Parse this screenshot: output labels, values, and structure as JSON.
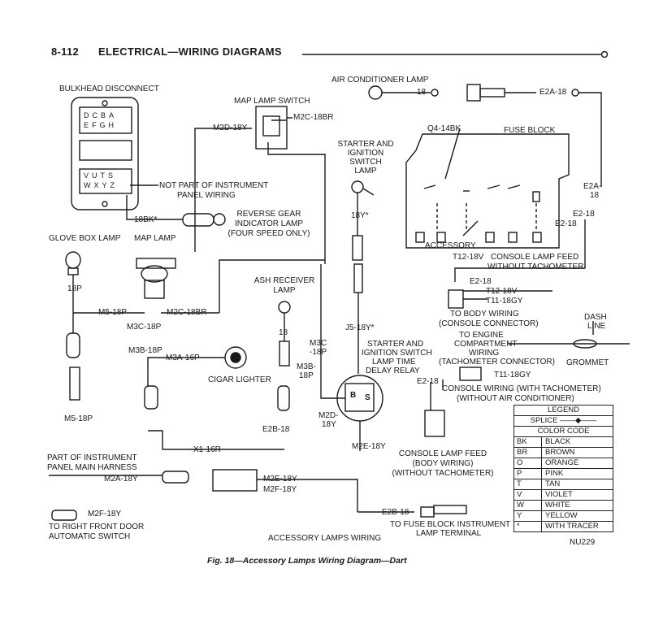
{
  "header": {
    "page_number": "8-112",
    "section_title": "ELECTRICAL—WIRING DIAGRAMS"
  },
  "caption": "Fig. 18—Accessory Lamps Wiring Diagram—Dart",
  "figure_code": "NU229",
  "components": {
    "bulkhead_disconnect": "BULKHEAD DISCONNECT",
    "bulkhead_top_cells": [
      "D",
      "C",
      "B",
      "A",
      "E",
      "F",
      "G",
      "H"
    ],
    "bulkhead_bottom_cells": [
      "V",
      "U",
      "T",
      "S",
      "W",
      "X",
      "Y",
      "Z"
    ],
    "not_part_note_1": "NOT PART OF INSTRUMENT",
    "not_part_note_2": "PANEL WIRING",
    "map_lamp_switch": "MAP LAMP SWITCH",
    "air_conditioner_lamp": "AIR CONDITIONER LAMP",
    "starter_lamp_1": "STARTER AND",
    "starter_lamp_2": "IGNITION",
    "starter_lamp_3": "SWITCH",
    "starter_lamp_4": "LAMP",
    "fuse_block": "FUSE BLOCK",
    "accessory": "ACCESSORY",
    "reverse_1": "REVERSE   GEAR",
    "reverse_2": "INDICATOR LAMP",
    "reverse_3": "(FOUR SPEED ONLY)",
    "glove_box_lamp": "GLOVE BOX LAMP",
    "map_lamp": "MAP LAMP",
    "ash_receiver_1": "ASH RECEIVER",
    "ash_receiver_2": "LAMP",
    "cigar_lighter": "CIGAR LIGHTER",
    "relay_1": "STARTER AND",
    "relay_2": "IGNITION SWITCH",
    "relay_3": "LAMP TIME",
    "relay_4": "DELAY RELAY",
    "relay_b": "B",
    "relay_s": "S",
    "console_feed_1": "CONSOLE LAMP FEED",
    "console_feed_2": "WITHOUT TACHOMETER",
    "to_body_1": "TO BODY WIRING",
    "to_body_2": "(CONSOLE CONNECTOR)",
    "to_engine_1": "TO ENGINE",
    "to_engine_2": "COMPARTMENT",
    "to_engine_3": "WIRING",
    "to_engine_4": "(TACHOMETER CONNECTOR)",
    "dash_line_1": "DASH",
    "dash_line_2": "LINE",
    "grommet": "GROMMET",
    "console_wiring_1": "CONSOLE WIRING (WITH TACHOMETER)",
    "console_wiring_2": "(WITHOUT AIR CONDITIONER)",
    "console_body_1": "CONSOLE LAMP FEED",
    "console_body_2": "(BODY WIRING)",
    "console_body_3": "(WITHOUT TACHOMETER)",
    "part_of_1": "PART OF INSTRUMENT",
    "part_of_2": "PANEL MAIN HARNESS",
    "door_switch_1": "TO RIGHT FRONT DOOR",
    "door_switch_2": "AUTOMATIC SWITCH",
    "fuse_block_term_1": "TO FUSE BLOCK INSTRUMENT",
    "fuse_block_term_2": "LAMP TERMINAL",
    "accessory_lamps_wiring": "ACCESSORY LAMPS WIRING"
  },
  "wire_labels": {
    "m2d_18y": "M2D-18Y",
    "m2c_18br_top": "M2C-18BR",
    "w18_ac": "18",
    "e2a_18": "E2A-18",
    "q4_14bk": "Q4-14BK",
    "e2a_18_side_1": "E2A-",
    "e2a_18_side_2": "18",
    "e2_18_right": "E2-18",
    "e2_18_fuse": "E2-18",
    "y18_star": "18Y*",
    "bk18_star": "18BK*",
    "t12_18v_top": "T12-18V",
    "p18": "18P",
    "m5_18p": "M5-18P",
    "m2c_18br": "M2C-18BR",
    "m3c_18p": "M3C-18P",
    "m3b_18p": "M3B-18P",
    "m3a_16p": "M3A-16P",
    "o18": "18",
    "m3c_v_1": "M3C",
    "m3c_v_2": "-18P",
    "m3b_v_1": "M3B-",
    "m3b_v_2": "18P",
    "j5_18y": "J5-18Y*",
    "e2_18_mid": "E2-18",
    "t12_18v": "T12-18V",
    "t11_18gy": "T11-18GY",
    "e2_18_relay": "E2-18",
    "t11_18gy_2": "T11-18GY",
    "m2d_v_1": "M2D-",
    "m2d_v_2": "18Y",
    "m5_18p_low": "M5-18P",
    "e2b_18": "E2B-18",
    "m2e_18y_relay": "M2E-18Y",
    "x1_16r": "X1-16R",
    "m2a_18y": "M2A-18Y",
    "m2e_18y": "M2E-18Y",
    "m2f_18y": "M2F-18Y",
    "m2f_18y_door": "M2F-18Y",
    "e2b_18_low": "E2B-18"
  },
  "legend": {
    "title": "LEGEND",
    "splice": "SPLICE",
    "color_code_title": "COLOR CODE",
    "codes": [
      {
        "code": "BK",
        "color": "BLACK"
      },
      {
        "code": "BR",
        "color": "BROWN"
      },
      {
        "code": "O",
        "color": "ORANGE"
      },
      {
        "code": "P",
        "color": "PINK"
      },
      {
        "code": "T",
        "color": "TAN"
      },
      {
        "code": "V",
        "color": "VIOLET"
      },
      {
        "code": "W",
        "color": "WHITE"
      },
      {
        "code": "Y",
        "color": "YELLOW"
      },
      {
        "code": "*",
        "color": "WITH TRACER"
      }
    ]
  }
}
